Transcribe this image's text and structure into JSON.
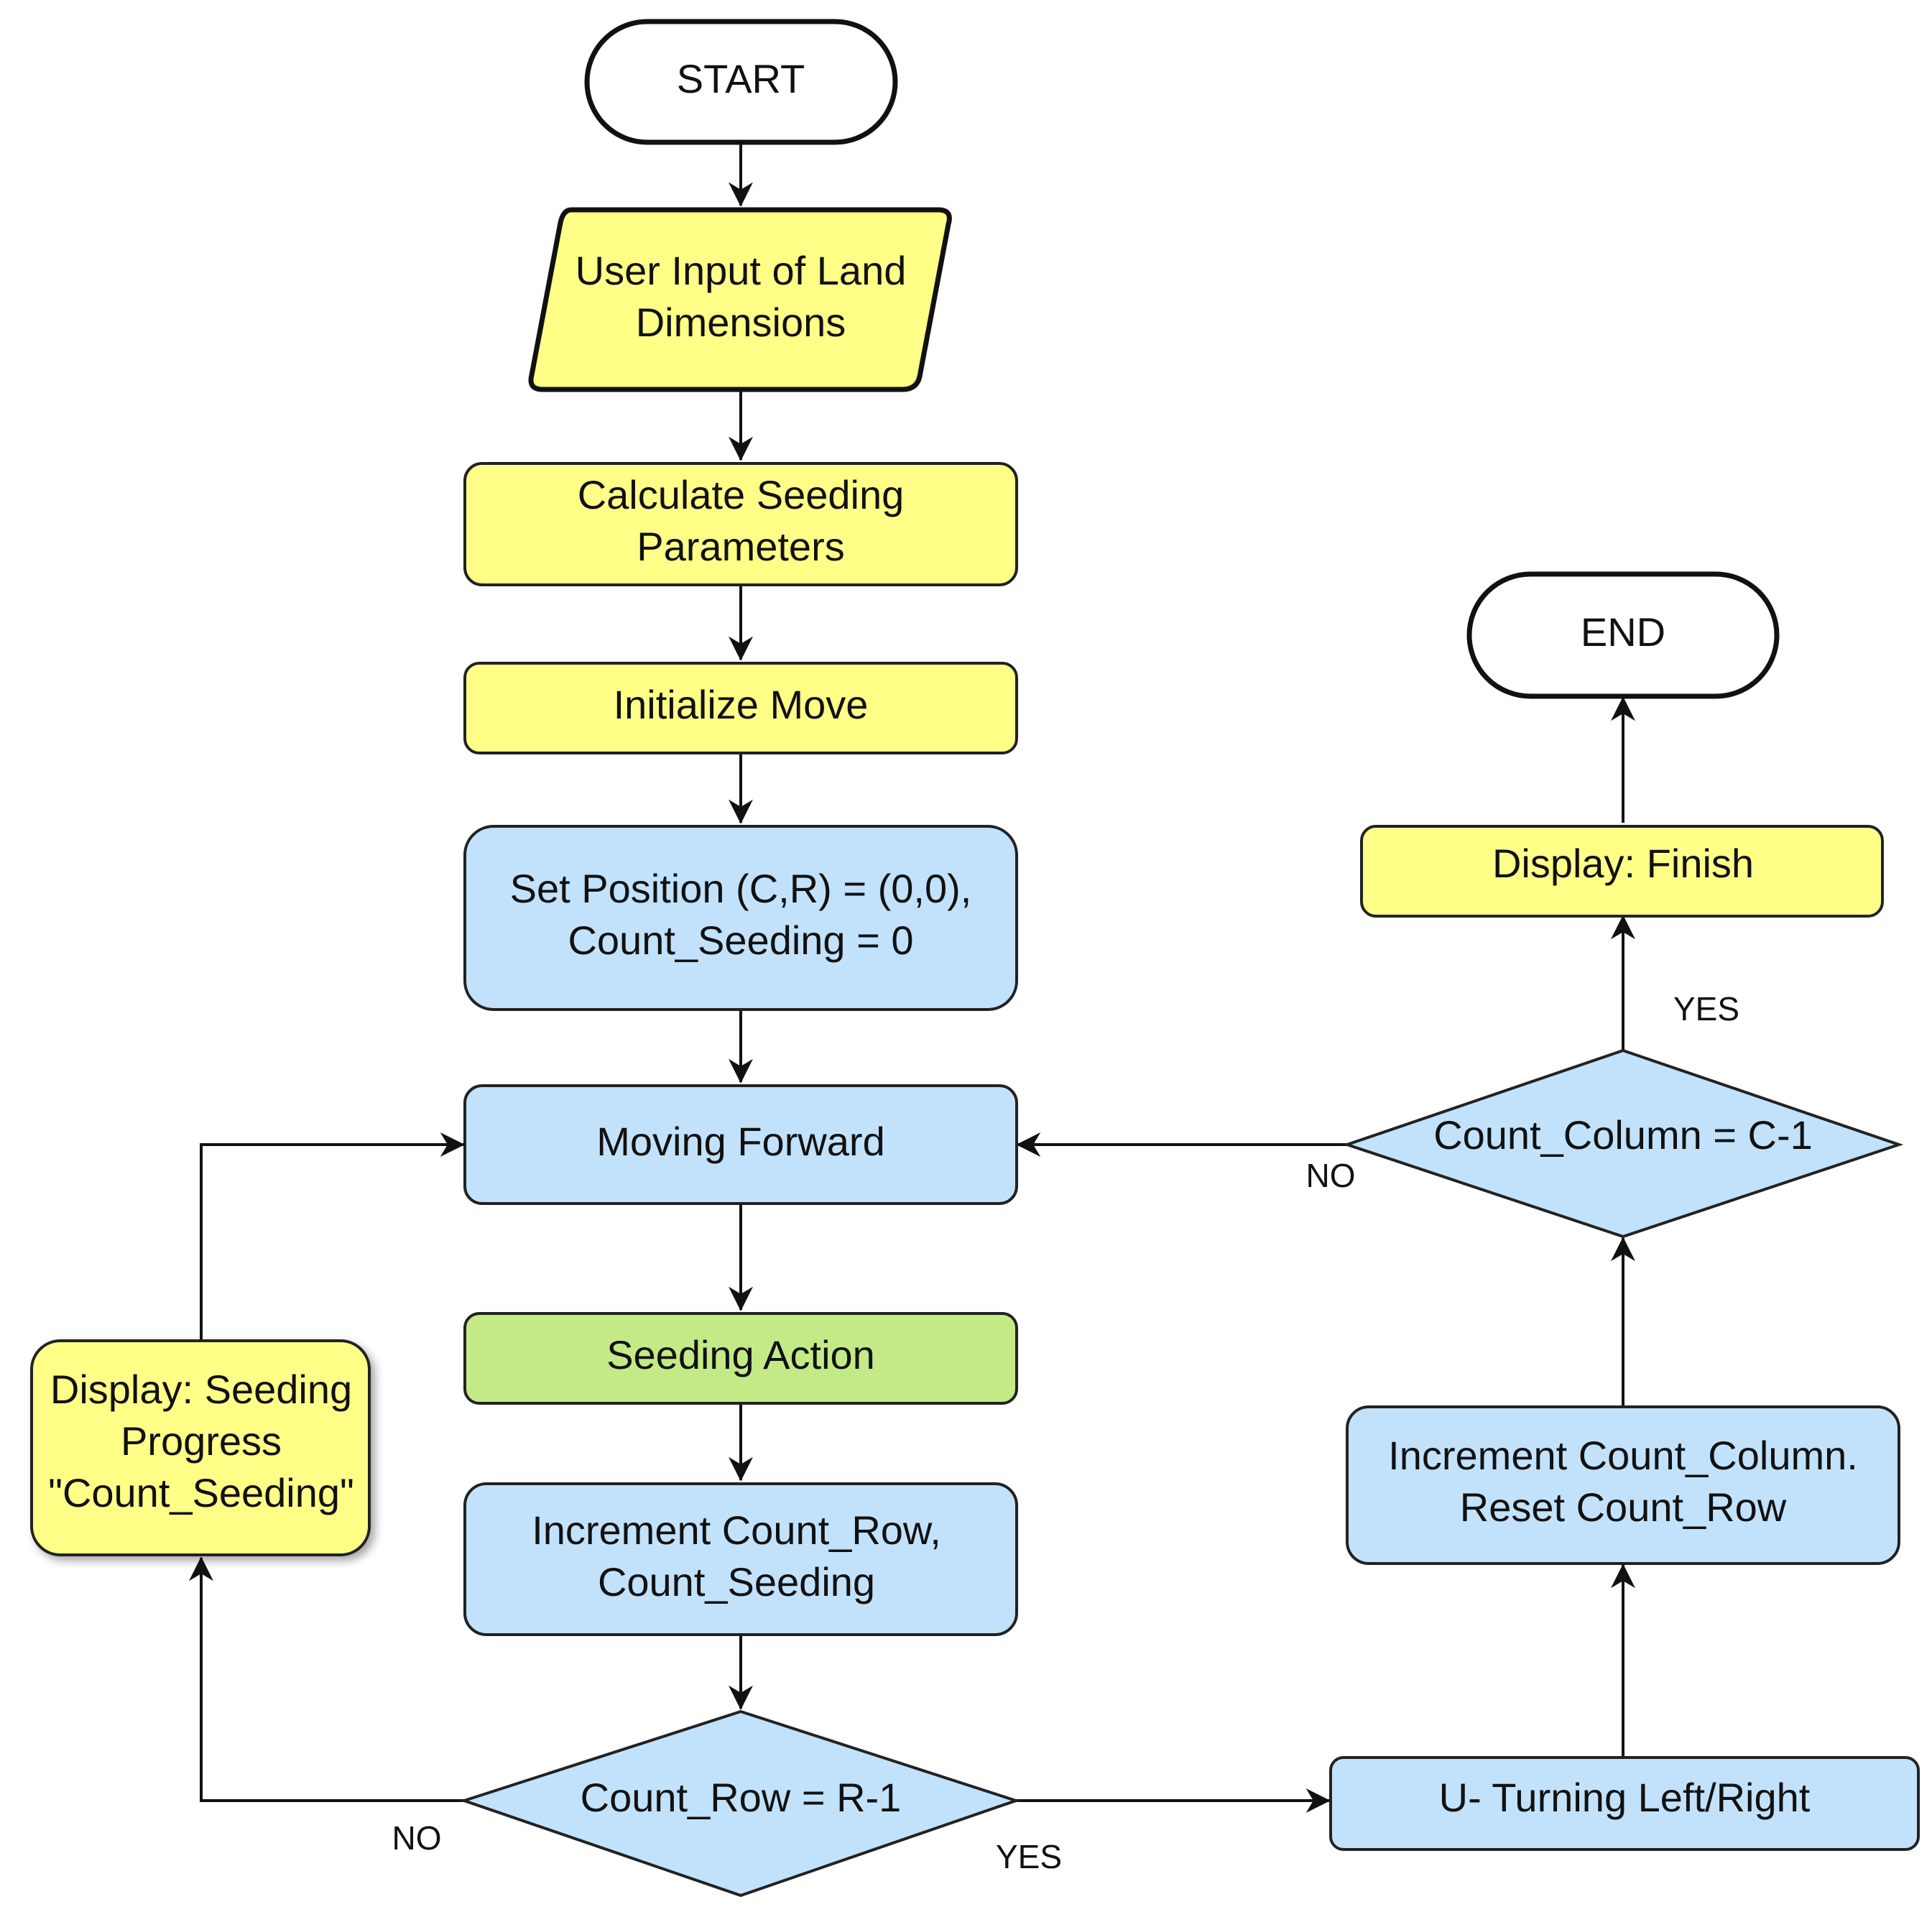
{
  "colors": {
    "yellow": "#ffff88",
    "blue": "#c2e2fb",
    "green": "#c4ea88",
    "terminal": "#ffffff",
    "stroke": "#222222"
  },
  "nodes": {
    "start": {
      "lines": [
        "START"
      ]
    },
    "user_input": {
      "lines": [
        "User Input of Land",
        "Dimensions"
      ]
    },
    "calculate": {
      "lines": [
        "Calculate Seeding",
        "Parameters"
      ]
    },
    "initialize": {
      "lines": [
        "Initialize Move"
      ]
    },
    "set_position": {
      "lines": [
        "Set Position (C,R) = (0,0),",
        "Count_Seeding = 0"
      ]
    },
    "moving_forward": {
      "lines": [
        "Moving Forward"
      ]
    },
    "seeding_action": {
      "lines": [
        "Seeding Action"
      ]
    },
    "increment_row": {
      "lines": [
        "Increment Count_Row,",
        "Count_Seeding"
      ]
    },
    "decision_row": {
      "lines": [
        "Count_Row = R-1"
      ]
    },
    "display_progress": {
      "lines": [
        "Display: Seeding",
        "Progress",
        "\"Count_Seeding\""
      ]
    },
    "u_turn": {
      "lines": [
        "U- Turning Left/Right"
      ]
    },
    "increment_column": {
      "lines": [
        "Increment Count_Column.",
        "Reset Count_Row"
      ]
    },
    "decision_column": {
      "lines": [
        "Count_Column = C-1"
      ]
    },
    "display_finish": {
      "lines": [
        "Display: Finish"
      ]
    },
    "end": {
      "lines": [
        "END"
      ]
    }
  },
  "edge_labels": {
    "row_no": "NO",
    "row_yes": "YES",
    "col_no": "NO",
    "col_yes": "YES"
  }
}
